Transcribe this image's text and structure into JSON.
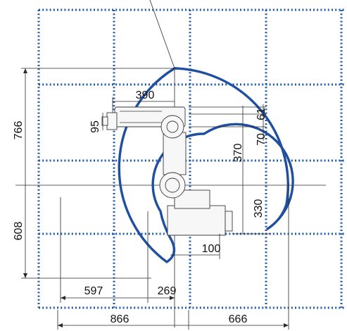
{
  "diagram": {
    "type": "robot-working-envelope",
    "colors": {
      "envelope": "#1f4f9e",
      "grid": "#1f5aa6",
      "dimension_lines": "#2a2a2a",
      "robot": "#3a3a3a"
    },
    "dimensions": {
      "left_height_upper": "766",
      "left_height_lower": "608",
      "arm_reach": "390",
      "wrist_offset": "95",
      "tool_offset_a": "61",
      "tool_offset_b": "70",
      "upper_arm_length": "370",
      "lower_arm_offset": "330",
      "base_offset": "100",
      "inner_radius": "269",
      "rear_reach": "597",
      "max_reach_left": "866",
      "max_reach_right": "666"
    }
  }
}
